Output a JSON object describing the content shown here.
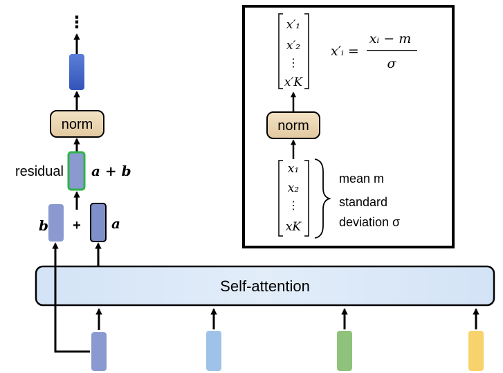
{
  "left": {
    "ellipsis": "⋮",
    "norm_label": "norm",
    "residual_label": "residual",
    "sum_label": "a + b",
    "b_label": "b",
    "plus_label": "+",
    "a_label": "a"
  },
  "self_attention": {
    "label": "Self-attention"
  },
  "inset": {
    "output_vector": [
      "x′₁",
      "x′₂",
      "⋮",
      "x′K"
    ],
    "formula_lhs": "x′ᵢ =",
    "formula_numerator": "xᵢ − m",
    "formula_denominator": "σ",
    "norm_label": "norm",
    "input_vector": [
      "x₁",
      "x₂",
      "⋮",
      "xK"
    ],
    "stats": [
      "mean m",
      "standard",
      "deviation σ"
    ]
  },
  "colors": {
    "input_1": "#8a9ad0",
    "input_2": "#9fc3e8",
    "input_3": "#8fc27a",
    "input_4": "#f8d26c",
    "norm_fill": "#ecd8b6",
    "residual_border": "#2fb24a",
    "output_top": "#3f63c8",
    "attention_fill": "#d9e7f7"
  },
  "icons": [
    "up-arrow-icon",
    "curly-brace-icon"
  ]
}
